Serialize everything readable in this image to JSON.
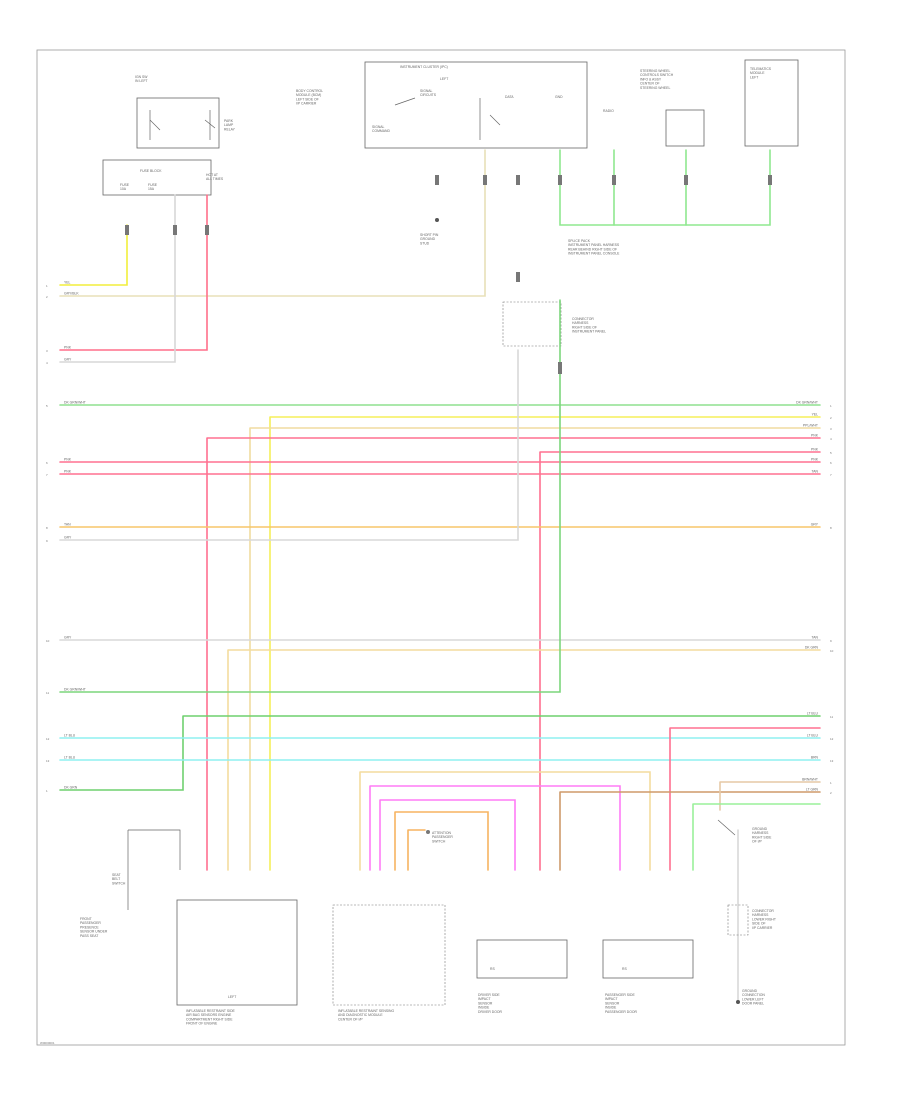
{
  "diagram": {
    "footer_id": "W0000001",
    "components": {
      "ignition_switch": "IGN SW\nIN LEFT",
      "park_lamp_relay": "PARK\nLAMP\nRELAY",
      "fuse_block": "FUSE BLOCK",
      "fuse_left": "FUSE\n10A",
      "fuse_right": "FUSE\n15A",
      "hot_label": "HOT AT\nALL TIMES",
      "body_control_module": "BODY CONTROL\nMODULE (BCM)\nLEFT SIDE OF\nI/P CARRIER",
      "instrument_cluster": "INSTRUMENT CLUSTER (IPC)",
      "ipc_left": "LEFT",
      "ipc_column_a": "SIGNAL\nCIRCUITS",
      "ipc_column_b": "SIGNAL\nCOMMAND",
      "ipc_column_c": "DATA",
      "ipc_column_d": "GND",
      "ground_label": "SHORT PIN\nGROUND\nSTUD",
      "radio_module": "RADIO",
      "steering_module": "STEERING WHEEL\nCONTROLS SWITCH\nINFO & ASSY\nCENTER OF\nSTEERING WHEEL",
      "telematics_module": "TELEMATICS\nMODULE\nLEFT",
      "splice_pack": "SPLICE PACK\nINSTRUMENT PANEL HARNESS\nREAR BEHIND RIGHT SIDE OF\nINSTRUMENT PANEL CONSOLE",
      "connector_harness": "CONNECTOR\nHARNESS\nRIGHT SIDE OF\nINSTRUMENT PANEL",
      "seat_belt_module": "SEAT\nBELT\nSWITCH",
      "front_seat_sensor": "FRONT\nPASSENGER\nPRESENCE\nSENSOR UNDER\nPASS SEAT",
      "inflatable_restraint_module": "INFLATABLE RESTRAINT SIDE\nAIR BAG SENSORS ENGINE\nCOMPARTMENT RIGHT SIDE\nFRONT OF ENGINE",
      "ircm_left": "LEFT",
      "sensing_module": "INFLATABLE RESTRAINT SENSING\nAND DIAGNOSTIC MODULE\nCENTER OF I/P",
      "attention_label": "ATTENTION\nPASSENGER\nSWITCH",
      "rear_module_1": "DRIVER SIDE\nIMPACT\nSENSOR\nINSIDE\nDRIVER DOOR",
      "rear_module_2": "PASSENGER SIDE\nIMPACT\nSENSOR\nINSIDE\nPASSENGER DOOR",
      "right_ground": "GROUND\nHARNESS\nRIGHT SIDE\nOF I/P",
      "right_connector": "CONNECTOR\nHARNESS\nLOWER RIGHT\nSIDE OF\nI/P CARRIER",
      "right_bottom": "GROUND\nCONNECTION\nLOWER LEFT\nDOOR PANEL",
      "rear_unit_left": "RS",
      "rear_unit_right": "RS"
    },
    "wire_labels_left": [
      "YEL",
      "GRY/BLK",
      "PNK",
      "GRY",
      "DK GRN/WHT",
      "PNK",
      "PNK",
      "TAN",
      "GRY",
      "GRY",
      "DK GRN/WHT",
      "LT BLU",
      "LT BLU",
      "DK GRN"
    ],
    "wire_labels_right": [
      "DK GRN/WHT",
      "YEL",
      "PPL/WHT",
      "PNK",
      "PNK",
      "PNK",
      "TAN",
      "GRY",
      "TAN",
      "DK GRN",
      "LT BLU",
      "LT BLU",
      "BRN",
      "BRN/WHT",
      "LT GRN"
    ],
    "wire_numbers": [
      "1",
      "2",
      "3",
      "4",
      "5",
      "6",
      "7",
      "8",
      "9",
      "10",
      "11",
      "12",
      "13"
    ]
  }
}
